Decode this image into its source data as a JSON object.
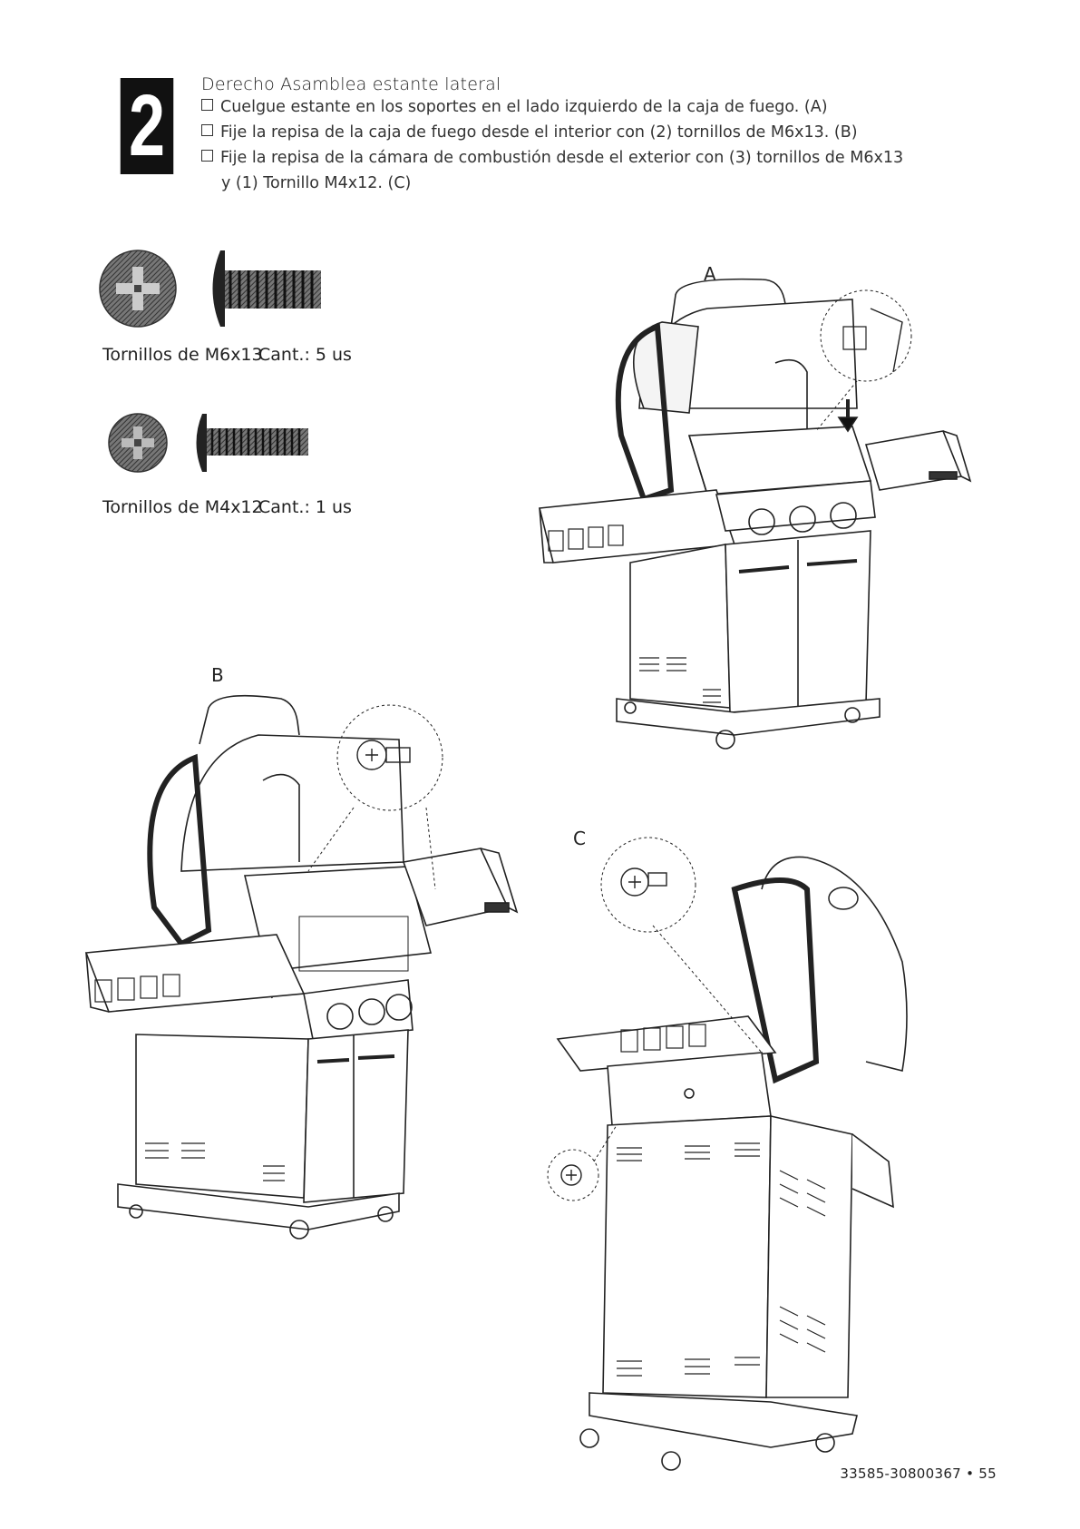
{
  "step": {
    "number": "2",
    "title": "Derecho Asamblea estante lateral",
    "instructions": [
      "Cuelgue estante en los soportes en el lado izquierdo de la caja de fuego. (A)",
      "Fije la repisa de la caja de fuego desde el interior con (2) tornillos de M6x13. (B)",
      "Fije la repisa de la cámara de combustión desde el exterior con (3) tornillos de M6x13"
    ],
    "instruction_continuation": "y (1) Tornillo M4x12. (C)"
  },
  "parts": [
    {
      "label": "Tornillos de M6x13",
      "qty": "Cant.: 5 us",
      "icon": "m6x13-screw-icon"
    },
    {
      "label": "Tornillos de M4x12",
      "qty": "Cant.: 1 us",
      "icon": "m4x12-screw-icon"
    }
  ],
  "figures": {
    "a": "A",
    "b": "B",
    "c": "C"
  },
  "footer": {
    "page_code": "33585-30800367 • 55"
  }
}
